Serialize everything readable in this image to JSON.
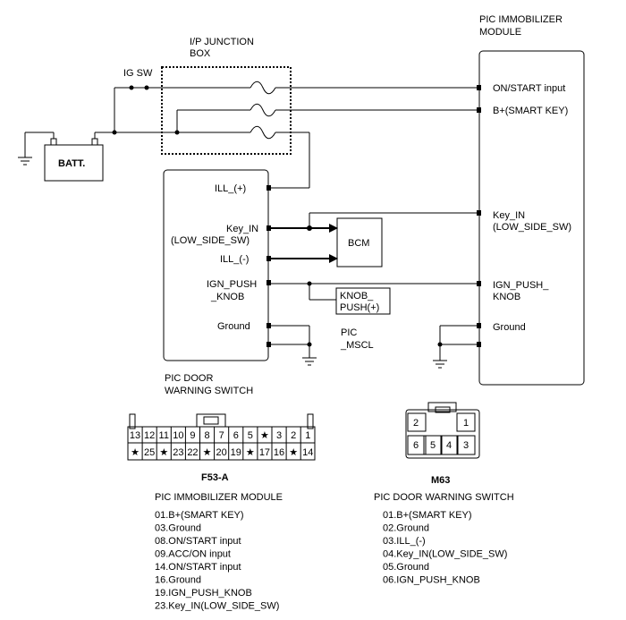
{
  "jb": {
    "title1": "I/P JUNCTION",
    "title2": "BOX"
  },
  "ig_sw": "IG SW",
  "battery": "BATT.",
  "immobilizer": {
    "title1": "PIC IMMOBILIZER",
    "title2": "MODULE",
    "on_start": "ON/START input",
    "bplus": "B+(SMART KEY)",
    "keyin1": "Key_IN",
    "keyin2": "(LOW_SIDE_SW)",
    "ign1": "IGN_PUSH_",
    "ign2": "KNOB",
    "ground": "Ground"
  },
  "door_switch": {
    "ill_plus": "ILL_(+)",
    "keyin1": "Key_IN",
    "keyin2": "(LOW_SIDE_SW)",
    "ill_minus": "ILL_(-)",
    "ign1": "IGN_PUSH",
    "ign2": "_KNOB",
    "ground": "Ground",
    "title1": "PIC DOOR",
    "title2": "WARNING SWITCH"
  },
  "bcm": "BCM",
  "knob1": "KNOB_",
  "knob2": "PUSH(+)",
  "pic_mscl1": "PIC",
  "pic_mscl2": "_MSCL",
  "conn_f53": {
    "name": "F53-A",
    "row1": [
      "13",
      "12",
      "11",
      "10",
      "9",
      "8",
      "7",
      "6",
      "5",
      "★",
      "3",
      "2",
      "1"
    ],
    "row2": [
      "★",
      "25",
      "★",
      "23",
      "22",
      "★",
      "20",
      "19",
      "★",
      "17",
      "16",
      "★",
      "14"
    ],
    "title": "PIC IMMOBILIZER MODULE",
    "pins": [
      "01.B+(SMART KEY)",
      "03.Ground",
      "08.ON/START input",
      "09.ACC/ON input",
      "14.ON/START input",
      "16.Ground",
      "19.IGN_PUSH_KNOB",
      "23.Key_IN(LOW_SIDE_SW)"
    ]
  },
  "conn_m63": {
    "name": "M63",
    "pins_top": [
      "2",
      "1"
    ],
    "pins_bottom": [
      "6",
      "5",
      "4",
      "3"
    ],
    "title": "PIC DOOR WARNING SWITCH",
    "pins": [
      "01.B+(SMART KEY)",
      "02.Ground",
      "03.ILL_(-)",
      "04.Key_IN(LOW_SIDE_SW)",
      "05.Ground",
      "06.IGN_PUSH_KNOB"
    ]
  }
}
